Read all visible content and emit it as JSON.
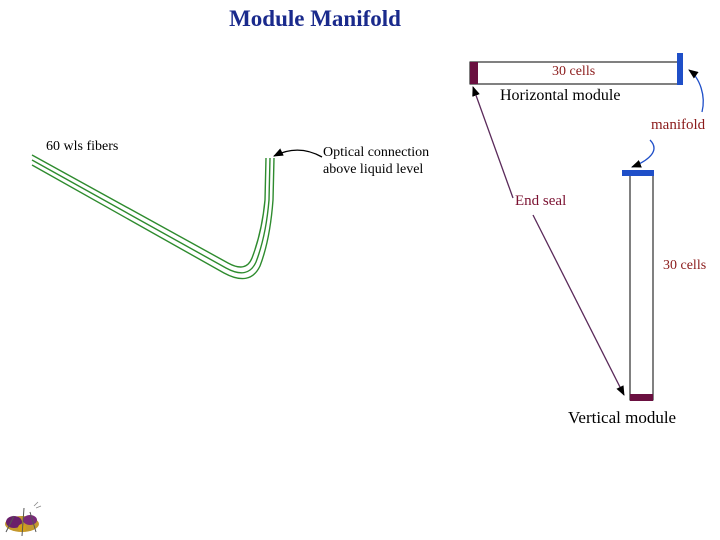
{
  "title": "Module Manifold",
  "labels": {
    "cells_top": "30 cells",
    "horizontal_module": "Horizontal module",
    "manifold": "manifold",
    "wls_fibers": "60 wls fibers",
    "optical_connection_line1": "Optical connection",
    "optical_connection_line2": "above liquid level",
    "end_seal": "End seal",
    "cells_side": "30 cells",
    "vertical_module": "Vertical module"
  },
  "colors": {
    "title": "#1a2a8c",
    "cells_text": "#8b1a1a",
    "manifold_text": "#8b1a1a",
    "end_seal_text": "#7a1030",
    "manifold_blue": "#1f4fc8",
    "end_seal_fill": "#6a1040",
    "arrow_purple": "#5a2a5a",
    "fiber_green": "#2e8b2e",
    "module_outline": "#000000"
  },
  "icons": {
    "logo": "project-logo-icon"
  }
}
